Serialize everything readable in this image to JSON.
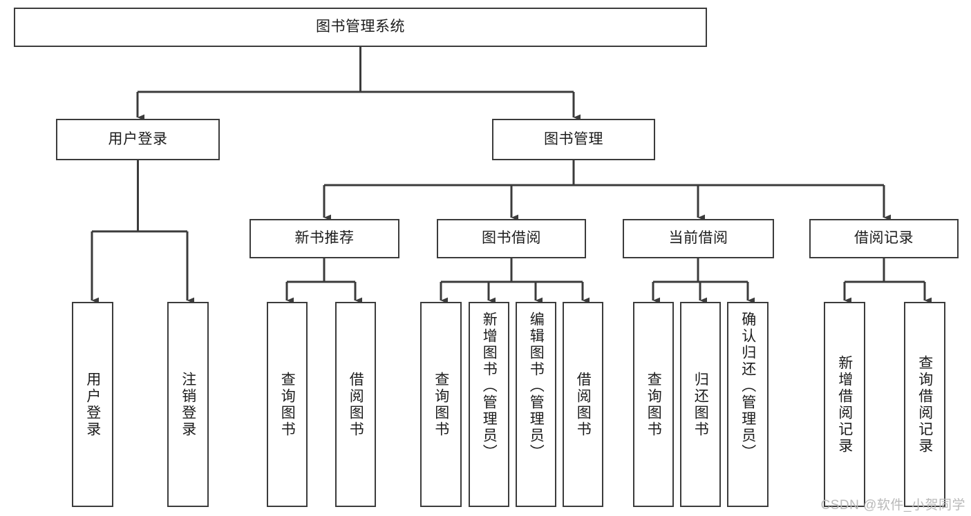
{
  "diagram": {
    "type": "tree-hierarchy",
    "title": "图书管理系统",
    "watermark": "CSDN @软件_小贺同学",
    "colors": {
      "box_border": "#3b3b3b",
      "box_fill": "#ffffff",
      "connector": "#3b3b3b",
      "text": "#1c1c1c",
      "watermark": "#b9b9b9",
      "background": "#ffffff"
    },
    "levels": [
      {
        "level": 1,
        "nodes": [
          {
            "id": "root",
            "label": "图书管理系统",
            "orientation": "horizontal"
          }
        ]
      },
      {
        "level": 2,
        "nodes": [
          {
            "id": "user-login",
            "label": "用户登录",
            "orientation": "horizontal",
            "parent": "root"
          },
          {
            "id": "book-manage",
            "label": "图书管理",
            "orientation": "horizontal",
            "parent": "root"
          }
        ]
      },
      {
        "level": 3,
        "nodes": [
          {
            "id": "new-book-rec",
            "label": "新书推荐",
            "orientation": "horizontal",
            "parent": "book-manage"
          },
          {
            "id": "book-borrow",
            "label": "图书借阅",
            "orientation": "horizontal",
            "parent": "book-manage"
          },
          {
            "id": "current-borrow",
            "label": "当前借阅",
            "orientation": "horizontal",
            "parent": "book-manage"
          },
          {
            "id": "borrow-record",
            "label": "借阅记录",
            "orientation": "horizontal",
            "parent": "book-manage"
          }
        ]
      },
      {
        "level": 4,
        "nodes": [
          {
            "id": "leaf-user-login",
            "label": "用户登录",
            "orientation": "vertical",
            "parent": "user-login"
          },
          {
            "id": "leaf-logout",
            "label": "注销登录",
            "orientation": "vertical",
            "parent": "user-login"
          },
          {
            "id": "leaf-query-book-1",
            "label": "查询图书",
            "orientation": "vertical",
            "parent": "new-book-rec"
          },
          {
            "id": "leaf-borrow-book-1",
            "label": "借阅图书",
            "orientation": "vertical",
            "parent": "new-book-rec"
          },
          {
            "id": "leaf-query-book-2",
            "label": "查询图书",
            "orientation": "vertical",
            "parent": "book-borrow"
          },
          {
            "id": "leaf-add-book",
            "label": "新增图书（管理员）",
            "orientation": "vertical",
            "parent": "book-borrow"
          },
          {
            "id": "leaf-edit-book",
            "label": "编辑图书（管理员）",
            "orientation": "vertical",
            "parent": "book-borrow"
          },
          {
            "id": "leaf-borrow-book-2",
            "label": "借阅图书",
            "orientation": "vertical",
            "parent": "book-borrow"
          },
          {
            "id": "leaf-query-book-3",
            "label": "查询图书",
            "orientation": "vertical",
            "parent": "current-borrow"
          },
          {
            "id": "leaf-return-book",
            "label": "归还图书",
            "orientation": "vertical",
            "parent": "current-borrow"
          },
          {
            "id": "leaf-confirm-return",
            "label": "确认归还（管理员）",
            "orientation": "vertical",
            "parent": "current-borrow"
          },
          {
            "id": "leaf-add-record",
            "label": "新增借阅记录",
            "orientation": "vertical",
            "parent": "borrow-record"
          },
          {
            "id": "leaf-query-record",
            "label": "查询借阅记录",
            "orientation": "vertical",
            "parent": "borrow-record"
          }
        ]
      }
    ]
  }
}
